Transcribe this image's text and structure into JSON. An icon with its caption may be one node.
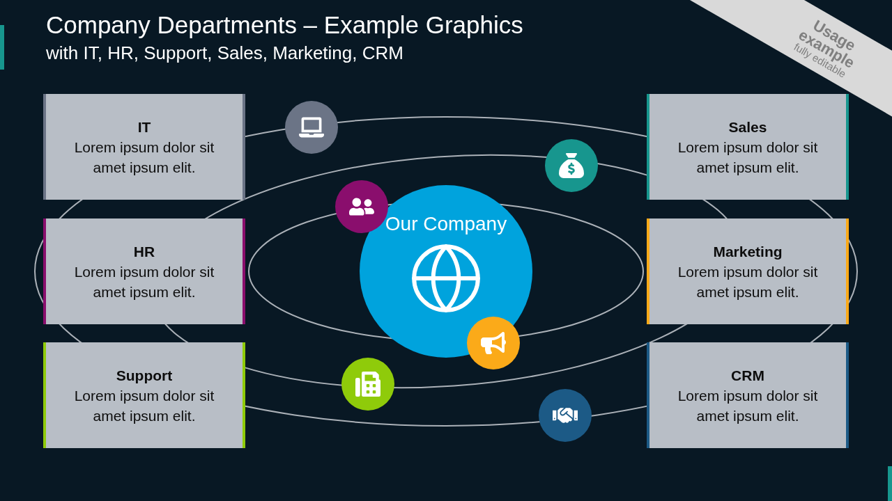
{
  "diagram": {
    "title": "Company Departments – Example Graphics",
    "nodes": [
      {
        "text": [
          "IT",
          "Lorem ipsum dolor sit amet ipsum elit."
        ]
      },
      {
        "text": [
          "HR",
          "Lorem ipsum dolor sit amet ipsum elit."
        ]
      },
      {
        "text": [
          "Support",
          "Lorem ipsum dolor sit amet ipsum elit."
        ]
      },
      {
        "text": [
          "Sales",
          "Lorem ipsum dolor sit amet ipsum elit."
        ]
      },
      {
        "text": [
          "Marketing",
          "Lorem ipsum dolor sit amet ipsum elit."
        ]
      },
      {
        "text": [
          "CRM",
          "Lorem ipsum dolor sit amet ipsum elit."
        ]
      },
      {
        "text": [
          "Our Company"
        ]
      }
    ],
    "labels": [
      "with IT, HR, Support, Sales, Marketing, CRM",
      "Usage",
      "example",
      "fully editable"
    ]
  }
}
